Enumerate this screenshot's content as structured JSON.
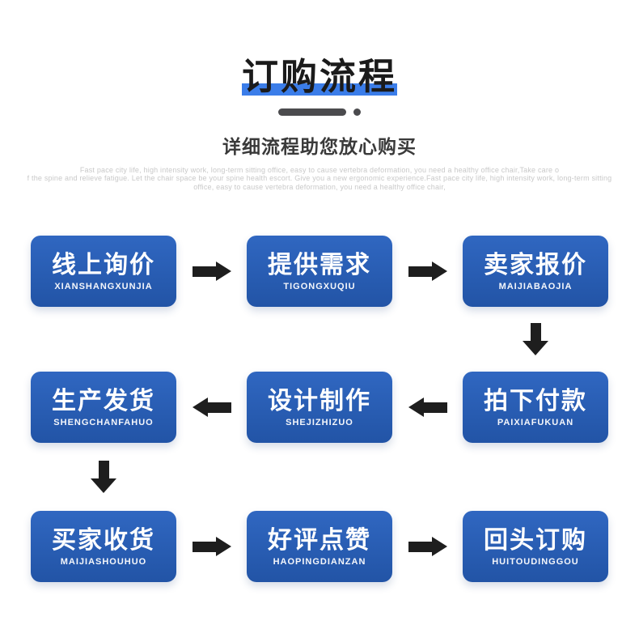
{
  "header": {
    "title": "订购流程",
    "subtitle": "详细流程助您放心购买",
    "description_lines": [
      "Fast pace city life, high intensity work, long-term sitting office, easy to cause vertebra deformation, you need a healthy office chair,Take care o",
      "f the spine and relieve fatigue. Let the chair space be your spine health escort. Give you a new ergonomic experience.Fast pace city life, high intensity work, long-term sitting",
      "office, easy to cause vertebra deformation, you need a healthy office chair,"
    ]
  },
  "flow": {
    "steps": [
      {
        "label": "线上询价",
        "pinyin": "XIANSHANGXUNJIA"
      },
      {
        "label": "提供需求",
        "pinyin": "TIGONGXUQIU"
      },
      {
        "label": "卖家报价",
        "pinyin": "MAIJIABAOJIA"
      },
      {
        "label": "拍下付款",
        "pinyin": "PAIXIAFUKUAN"
      },
      {
        "label": "设计制作",
        "pinyin": "SHEJIZHIZUO"
      },
      {
        "label": "生产发货",
        "pinyin": "SHENGCHANFAHUO"
      },
      {
        "label": "买家收货",
        "pinyin": "MAIJIASHOUHUO"
      },
      {
        "label": "好评点赞",
        "pinyin": "HAOPINGDIANZAN"
      },
      {
        "label": "回头订购",
        "pinyin": "HUITOUDINGGOU"
      }
    ]
  },
  "theme": {
    "accent": "#3b7de9",
    "box-top": "#3067c1",
    "box-bottom": "#2254a6",
    "arrow": "#1e1e1e",
    "divider": "#4b4b4e",
    "title-color": "#1b1b1b",
    "subtitle-color": "#3a3a3a",
    "desc-color": "#c9c9c9"
  }
}
